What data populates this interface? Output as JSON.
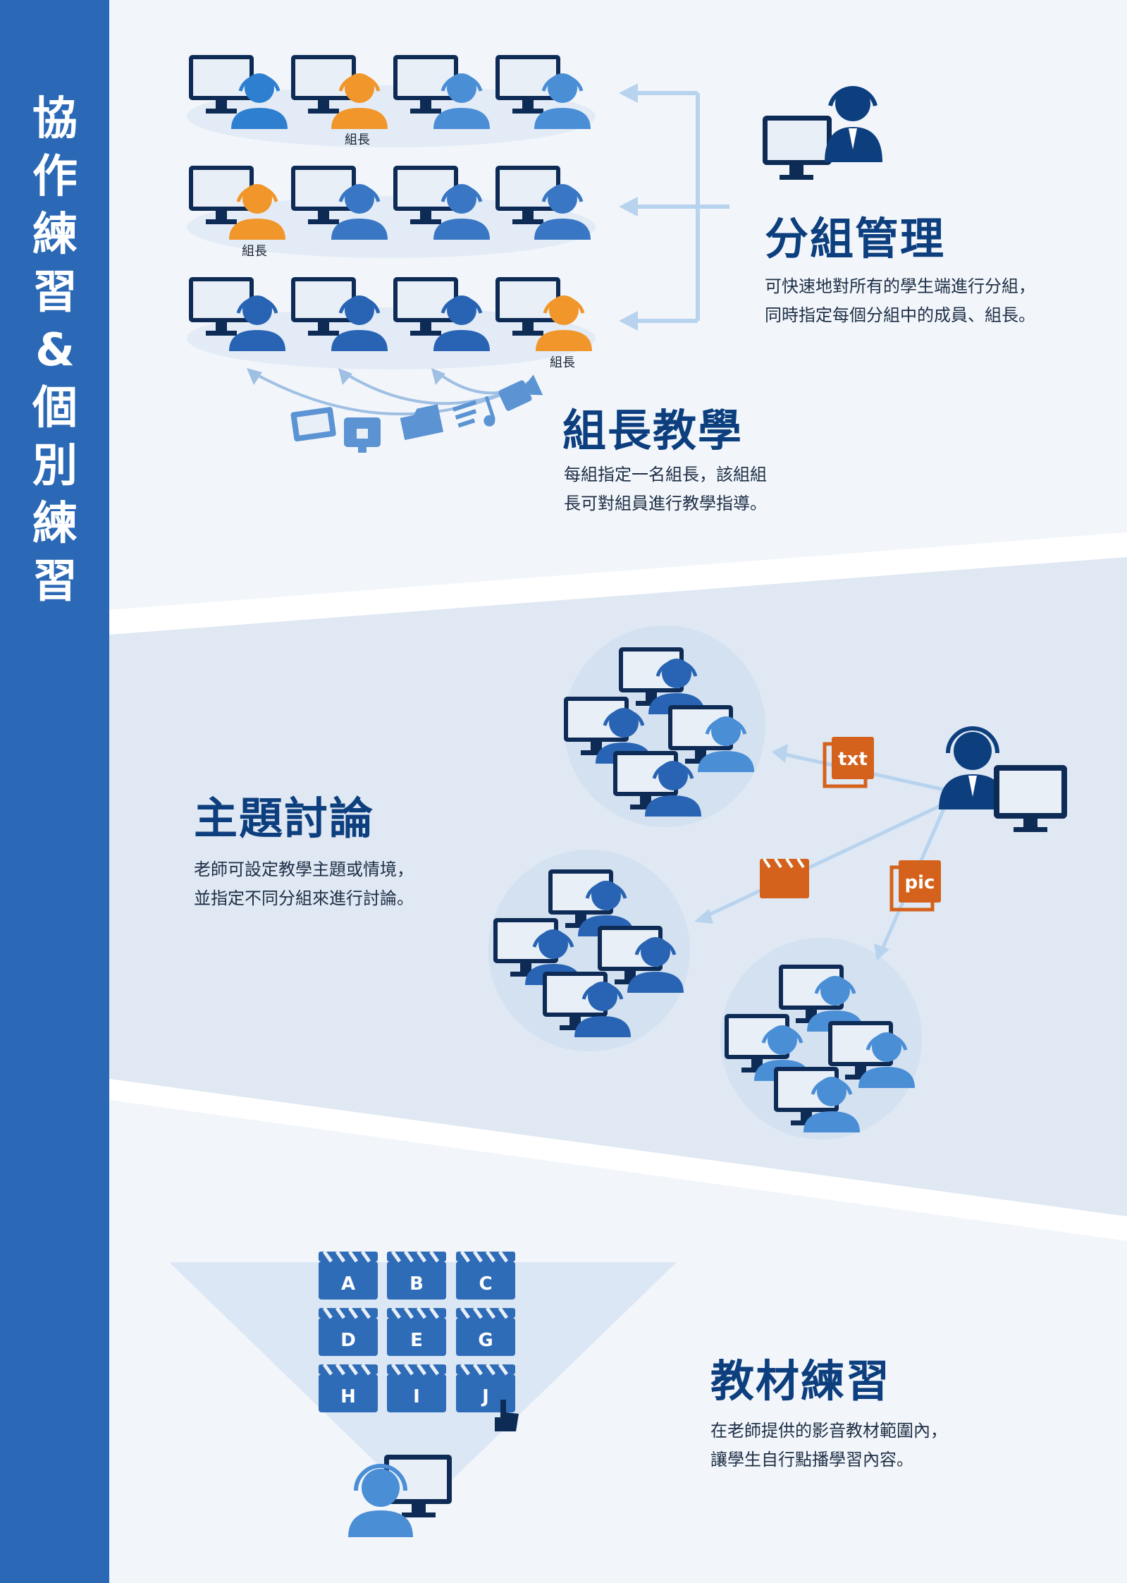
{
  "side_title": [
    "協",
    "作",
    "練",
    "習",
    "&",
    "個",
    "別",
    "練",
    "習"
  ],
  "group_mgmt": {
    "title": "分組管理",
    "desc": [
      "可快速地對所有的學生端進行分組，",
      "同時指定每個分組中的成員、組長。"
    ],
    "leader_labels": [
      "組長",
      "組長",
      "組長"
    ]
  },
  "leader_teach": {
    "title": "組長教學",
    "desc": [
      "每組指定一名組長，該組組",
      "長可對組員進行教學指導。"
    ]
  },
  "topic_discussion": {
    "title": "主題討論",
    "desc": [
      "老師可設定教學主題或情境，",
      "並指定不同分組來進行討論。"
    ],
    "file_badges": [
      "txt",
      "pic"
    ]
  },
  "material_practice": {
    "title": "教材練習",
    "desc": [
      "在老師提供的影音教材範圍內，",
      "讓學生自行點播學習內容。"
    ],
    "tiles": [
      "A",
      "B",
      "C",
      "D",
      "E",
      "G",
      "H",
      "I",
      "J"
    ]
  },
  "colors": {
    "sidebar": "#2b69b6",
    "title": "#0d3f7f",
    "leader_orange": "#f0962a",
    "file_orange": "#d4621c",
    "monitor_navy": "#0e2b55",
    "person_blue": "#2f6cb8"
  }
}
